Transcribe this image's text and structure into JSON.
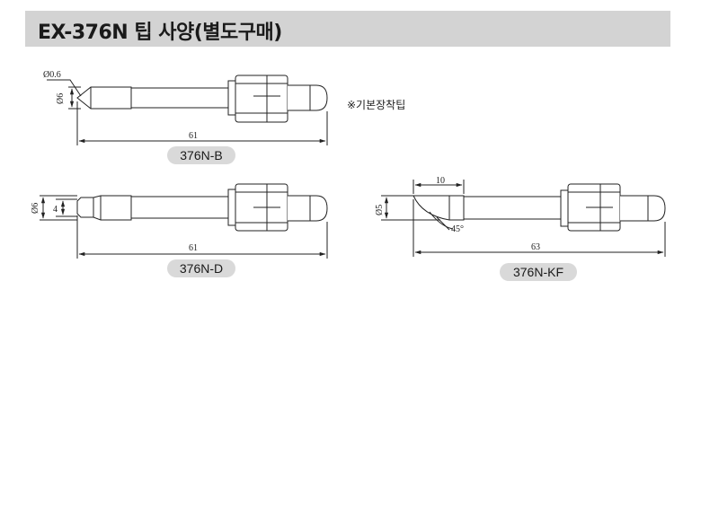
{
  "header": {
    "title": "EX-376N 팁 사양(별도구매)"
  },
  "tips": [
    {
      "label": "376N-B",
      "length_dim": "61",
      "diameter_dim": "Ø6",
      "tip_dim": "Ø0.6",
      "note": "※기본장착팁"
    },
    {
      "label": "376N-D",
      "length_dim": "61",
      "diameter_dim": "Ø6",
      "width_dim": "4"
    },
    {
      "label": "376N-KF",
      "length_dim": "63",
      "diameter_dim": "Ø5",
      "bevel_length_dim": "10",
      "angle_dim": "45°"
    }
  ]
}
